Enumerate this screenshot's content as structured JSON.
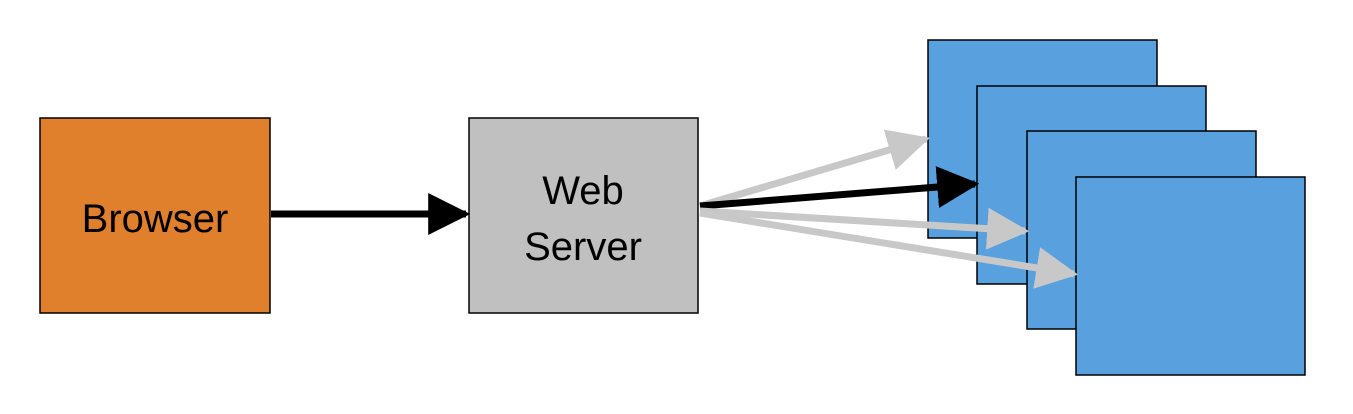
{
  "nodes": {
    "browser": {
      "label": "Browser",
      "fill": "#E07F2C"
    },
    "web_server": {
      "label_line1": "Web",
      "label_line2": "Server",
      "fill": "#C0C0C0"
    },
    "backend_stack": {
      "fill": "#58A0DE",
      "count": 4
    }
  },
  "edges": {
    "active_color": "#000000",
    "inactive_color": "#C8C8C8",
    "browser_to_server": "active",
    "server_to_backend": [
      "inactive",
      "active",
      "inactive",
      "inactive"
    ]
  }
}
